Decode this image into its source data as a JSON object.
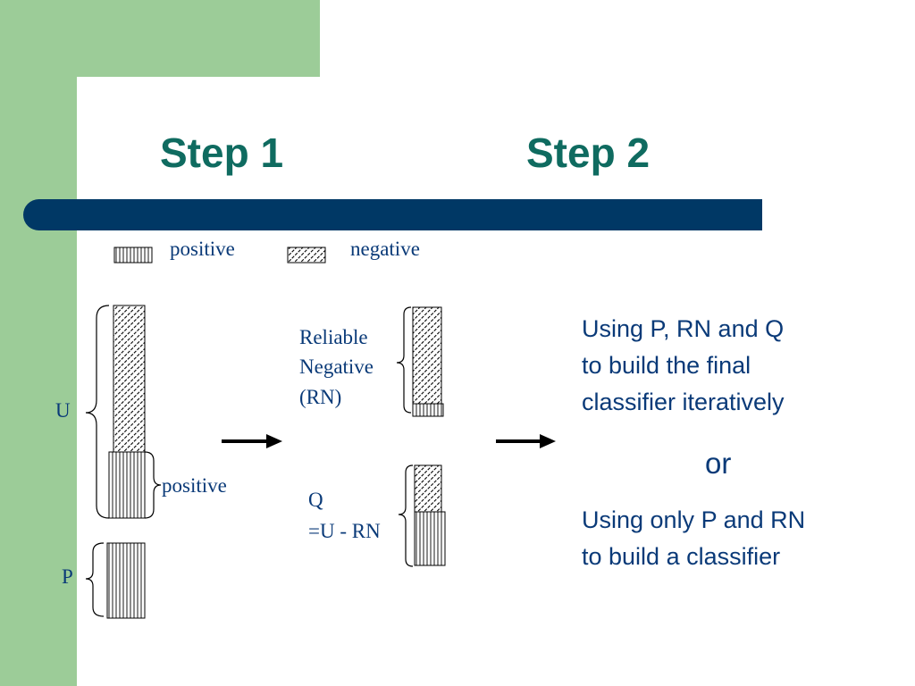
{
  "slide": {
    "step1_title": "Step 1",
    "step2_title": "Step 2"
  },
  "legend": {
    "positive_label": "positive",
    "negative_label": "negative"
  },
  "step1": {
    "u_label": "U",
    "positive_label": "positive",
    "p_label": "P"
  },
  "step2": {
    "rn_line1": "Reliable",
    "rn_line2": "Negative",
    "rn_line3": "(RN)",
    "q_line1": "Q",
    "q_line2": "=U - RN"
  },
  "final": {
    "option1_line1": "Using P, RN and Q",
    "option1_line2": "to build the final",
    "option1_line3": "classifier iteratively",
    "or_label": "or",
    "option2_line1": "Using only P and RN",
    "option2_line2": "to build a classifier"
  },
  "colors": {
    "green": "#9ccc98",
    "title_teal": "#0f6b60",
    "rule_navy": "#003865",
    "text_navy": "#0a3a78"
  }
}
